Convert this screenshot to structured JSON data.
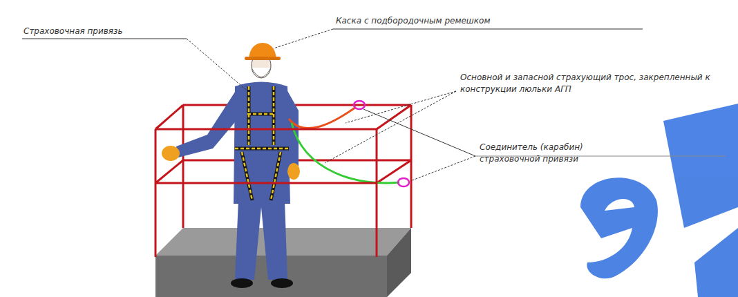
{
  "diagram": {
    "labels": [
      "Страховочная привязь",
      "Каска с подбородочным ремешком",
      "Основной и запасной страхующий трос, закрепленный к конструкции люльки АГП",
      "Соединитель (карабин) страховочной привязи"
    ]
  }
}
